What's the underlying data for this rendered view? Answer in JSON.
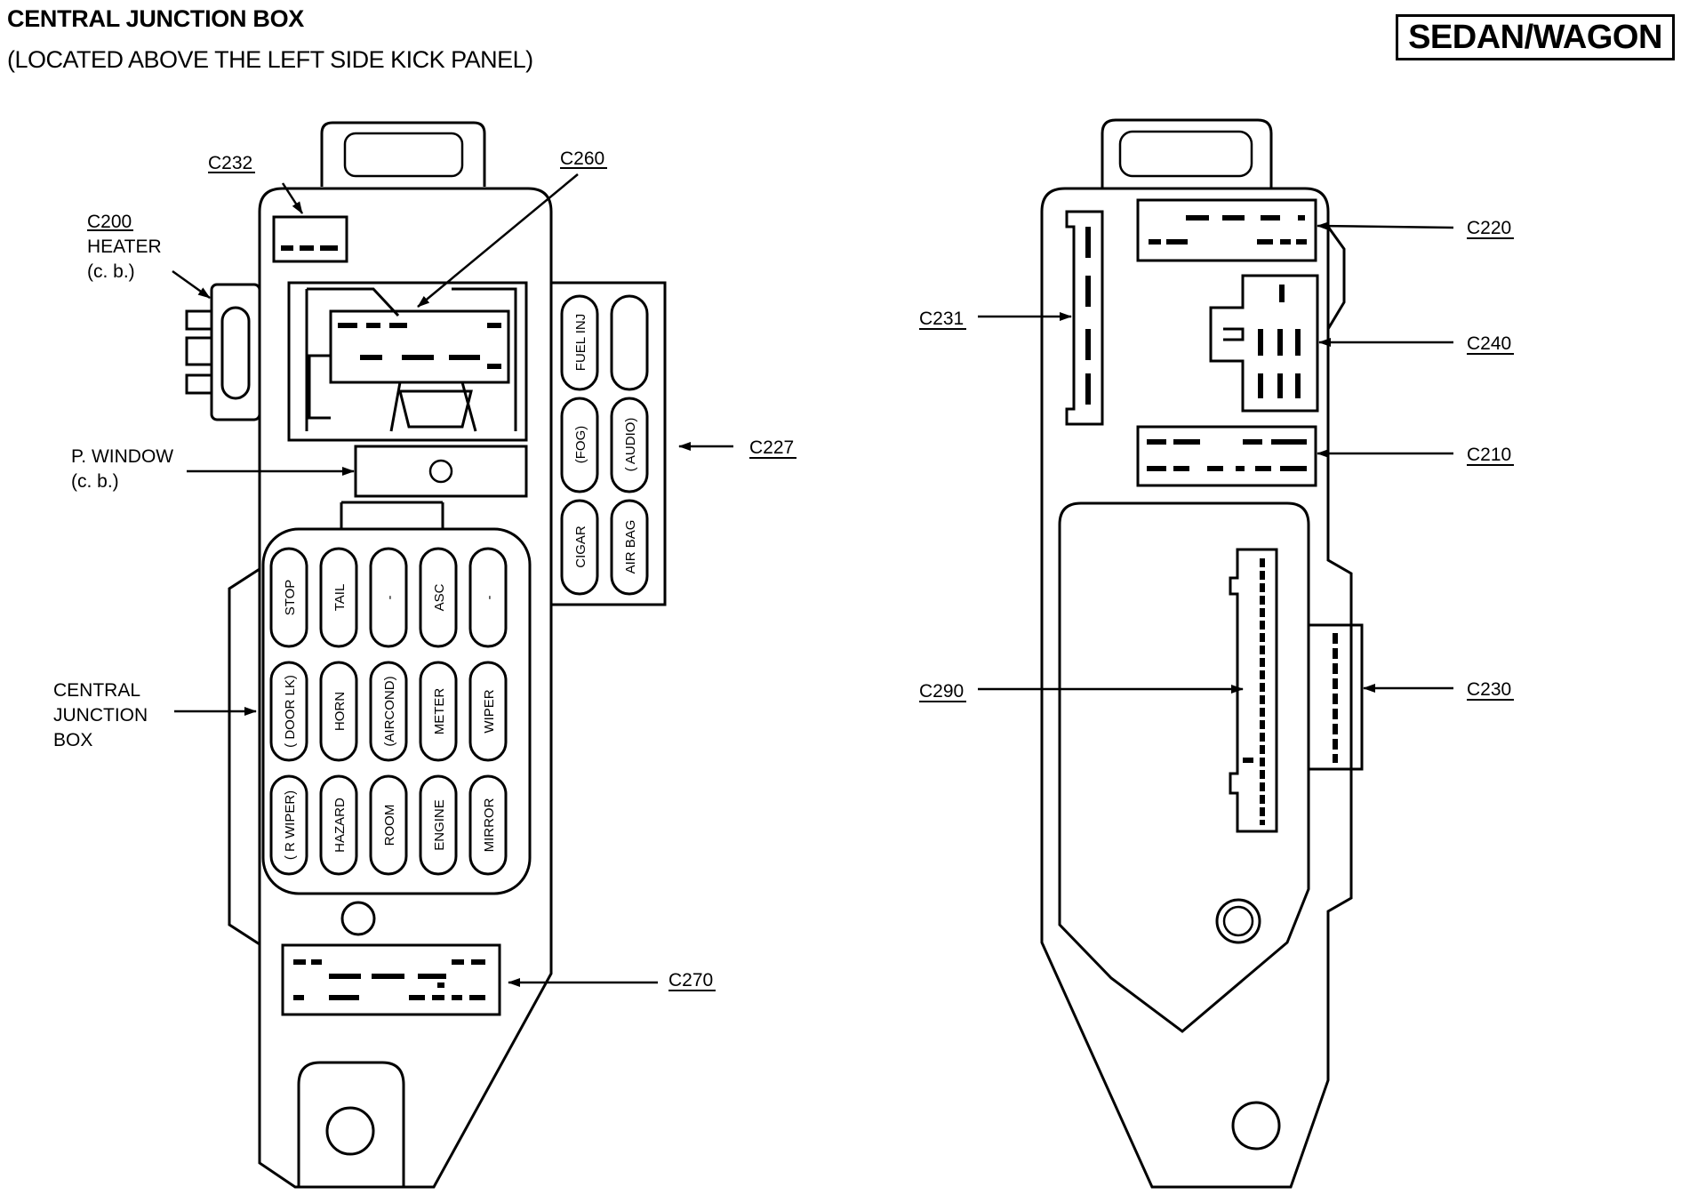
{
  "header": {
    "title": "CENTRAL JUNCTION BOX",
    "subtitle": "(LOCATED ABOVE THE LEFT SIDE KICK PANEL)",
    "badge": "SEDAN/WAGON"
  },
  "left_view": {
    "labels": {
      "c232": "C232",
      "c260": "C260",
      "c200": "C200",
      "heater": "HEATER",
      "heater_cb": "(c. b.)",
      "pwindow": "P. WINDOW",
      "pwindow_cb": "(c. b.)",
      "c227": "C227",
      "cjb_line1": "CENTRAL",
      "cjb_line2": "JUNCTION",
      "cjb_line3": "BOX",
      "c270": "C270"
    },
    "side_fuses": [
      "FUEL INJ",
      "",
      "(FOG)",
      "( AUDIO)",
      "CIGAR",
      "AIR BAG"
    ],
    "fuse_rows": [
      [
        "STOP",
        "TAIL",
        "-",
        "ASC",
        "-"
      ],
      [
        "( DOOR LK)",
        "HORN",
        "(AIRCOND)",
        "METER",
        "WIPER"
      ],
      [
        "( R WIPER)",
        "HAZARD",
        "ROOM",
        "ENGINE",
        "MIRROR"
      ]
    ]
  },
  "right_view": {
    "labels": {
      "c220": "C220",
      "c231": "C231",
      "c240": "C240",
      "c210": "C210",
      "c290": "C290",
      "c230": "C230"
    }
  },
  "colors": {
    "line": "#000000",
    "background": "#ffffff"
  }
}
